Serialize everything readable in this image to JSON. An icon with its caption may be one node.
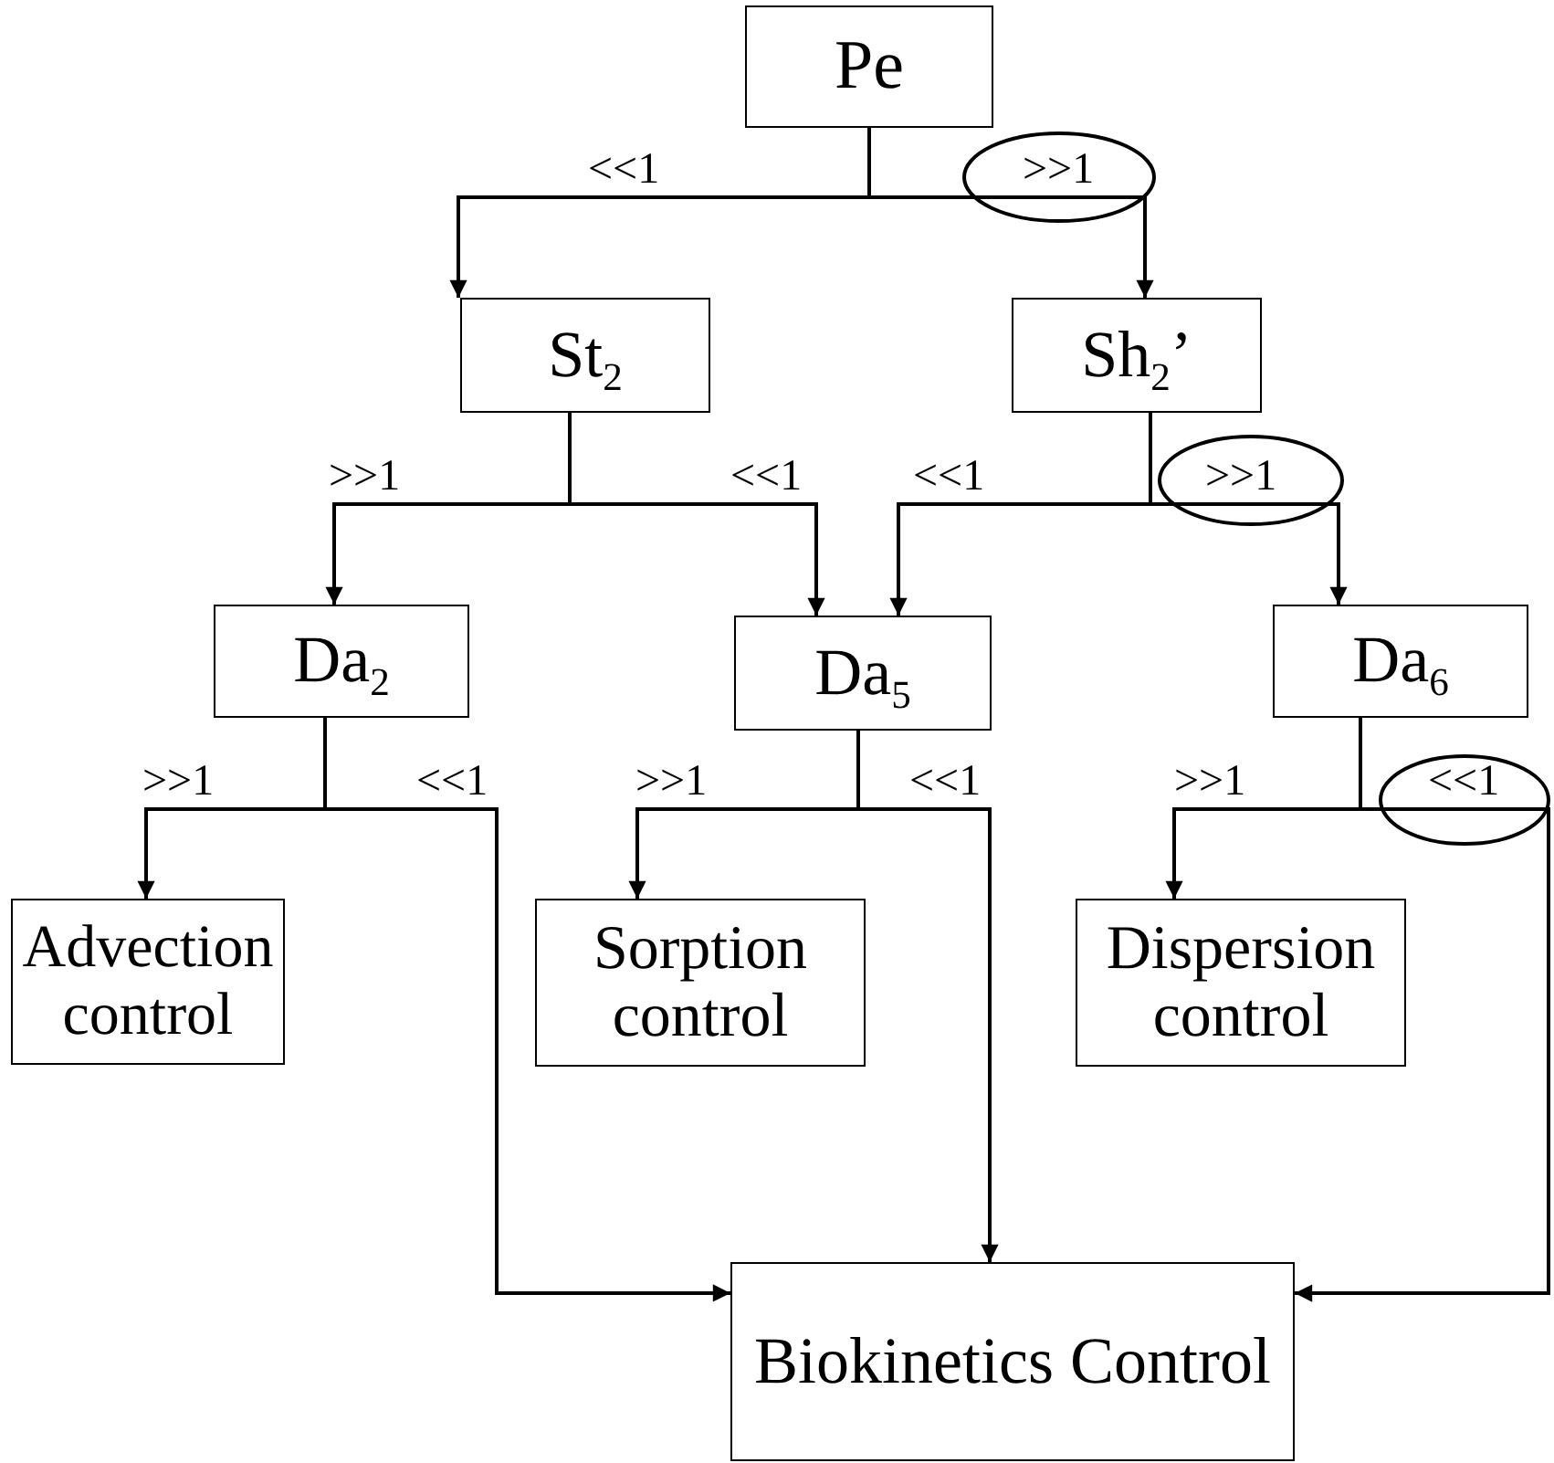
{
  "diagram": {
    "nodes": [
      {
        "text": [
          "Pe"
        ]
      },
      {
        "text": [
          "St$_{2}$"
        ]
      },
      {
        "text": [
          "Sh$_{2}$’"
        ]
      },
      {
        "text": [
          "Da$_{2}$"
        ]
      },
      {
        "text": [
          "Da$_{5}$"
        ]
      },
      {
        "text": [
          "Da$_{6}$"
        ]
      },
      {
        "text": [
          "Advection control"
        ]
      },
      {
        "text": [
          "Sorption control"
        ]
      },
      {
        "text": [
          "Dispersion control"
        ]
      },
      {
        "text": [
          "Biokinetics Control"
        ]
      }
    ],
    "edges": [
      {
        "from": 0,
        "to": 1,
        "arrow": "to",
        "label": "<<1"
      },
      {
        "from": 0,
        "to": 2,
        "arrow": "to",
        "label": ">>1"
      },
      {
        "from": 1,
        "to": 3,
        "arrow": "to",
        "label": ">>1"
      },
      {
        "from": 1,
        "to": 4,
        "arrow": "to",
        "label": "<<1"
      },
      {
        "from": 2,
        "to": 4,
        "arrow": "to",
        "label": "<<1"
      },
      {
        "from": 2,
        "to": 5,
        "arrow": "to",
        "label": ">>1"
      },
      {
        "from": 3,
        "to": 6,
        "arrow": "to",
        "label": ">>1"
      },
      {
        "from": 3,
        "to": 9,
        "arrow": "to",
        "label": "<<1"
      },
      {
        "from": 4,
        "to": 7,
        "arrow": "to",
        "label": ">>1"
      },
      {
        "from": 4,
        "to": 9,
        "arrow": "to",
        "label": "<<1"
      },
      {
        "from": 5,
        "to": 8,
        "arrow": "to",
        "label": ">>1"
      },
      {
        "from": 5,
        "to": 9,
        "arrow": "to",
        "label": "<<1"
      }
    ]
  }
}
